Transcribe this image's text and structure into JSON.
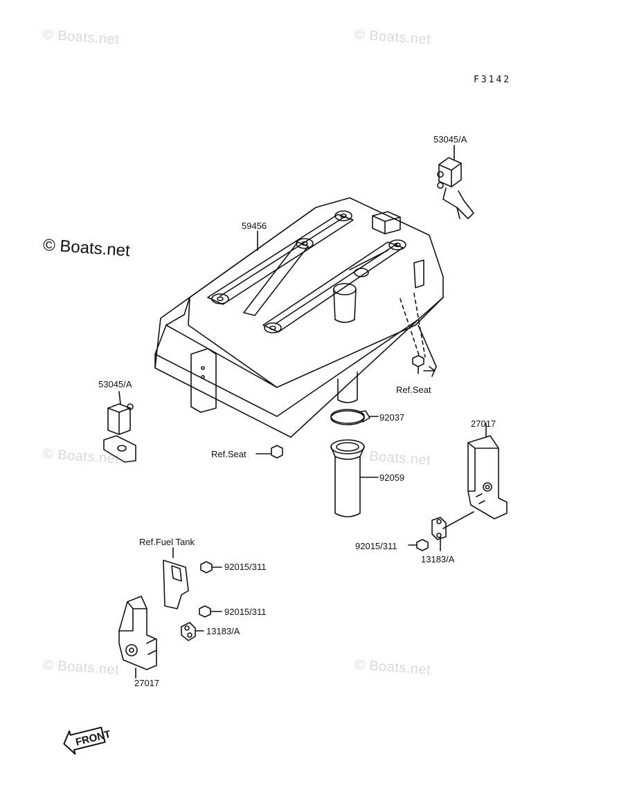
{
  "figure_id": "F3142",
  "brand_watermark": "© Boats.net",
  "watermark_text": "© Boats.net",
  "front_label": "FRONT",
  "parts": {
    "p53045a_top": "53045/A",
    "p59456": "59456",
    "p53045a_left": "53045/A",
    "ref_seat_right": "Ref.Seat",
    "p92037": "92037",
    "p27017_right": "27017",
    "ref_seat_left": "Ref.Seat",
    "p92059": "92059",
    "p92015_right": "92015/311",
    "p13183a_right": "13183/A",
    "ref_fuel_tank": "Ref.Fuel Tank",
    "p92015_a": "92015/311",
    "p92015_b": "92015/311",
    "p13183a_left": "13183/A",
    "p27017_left": "27017"
  }
}
